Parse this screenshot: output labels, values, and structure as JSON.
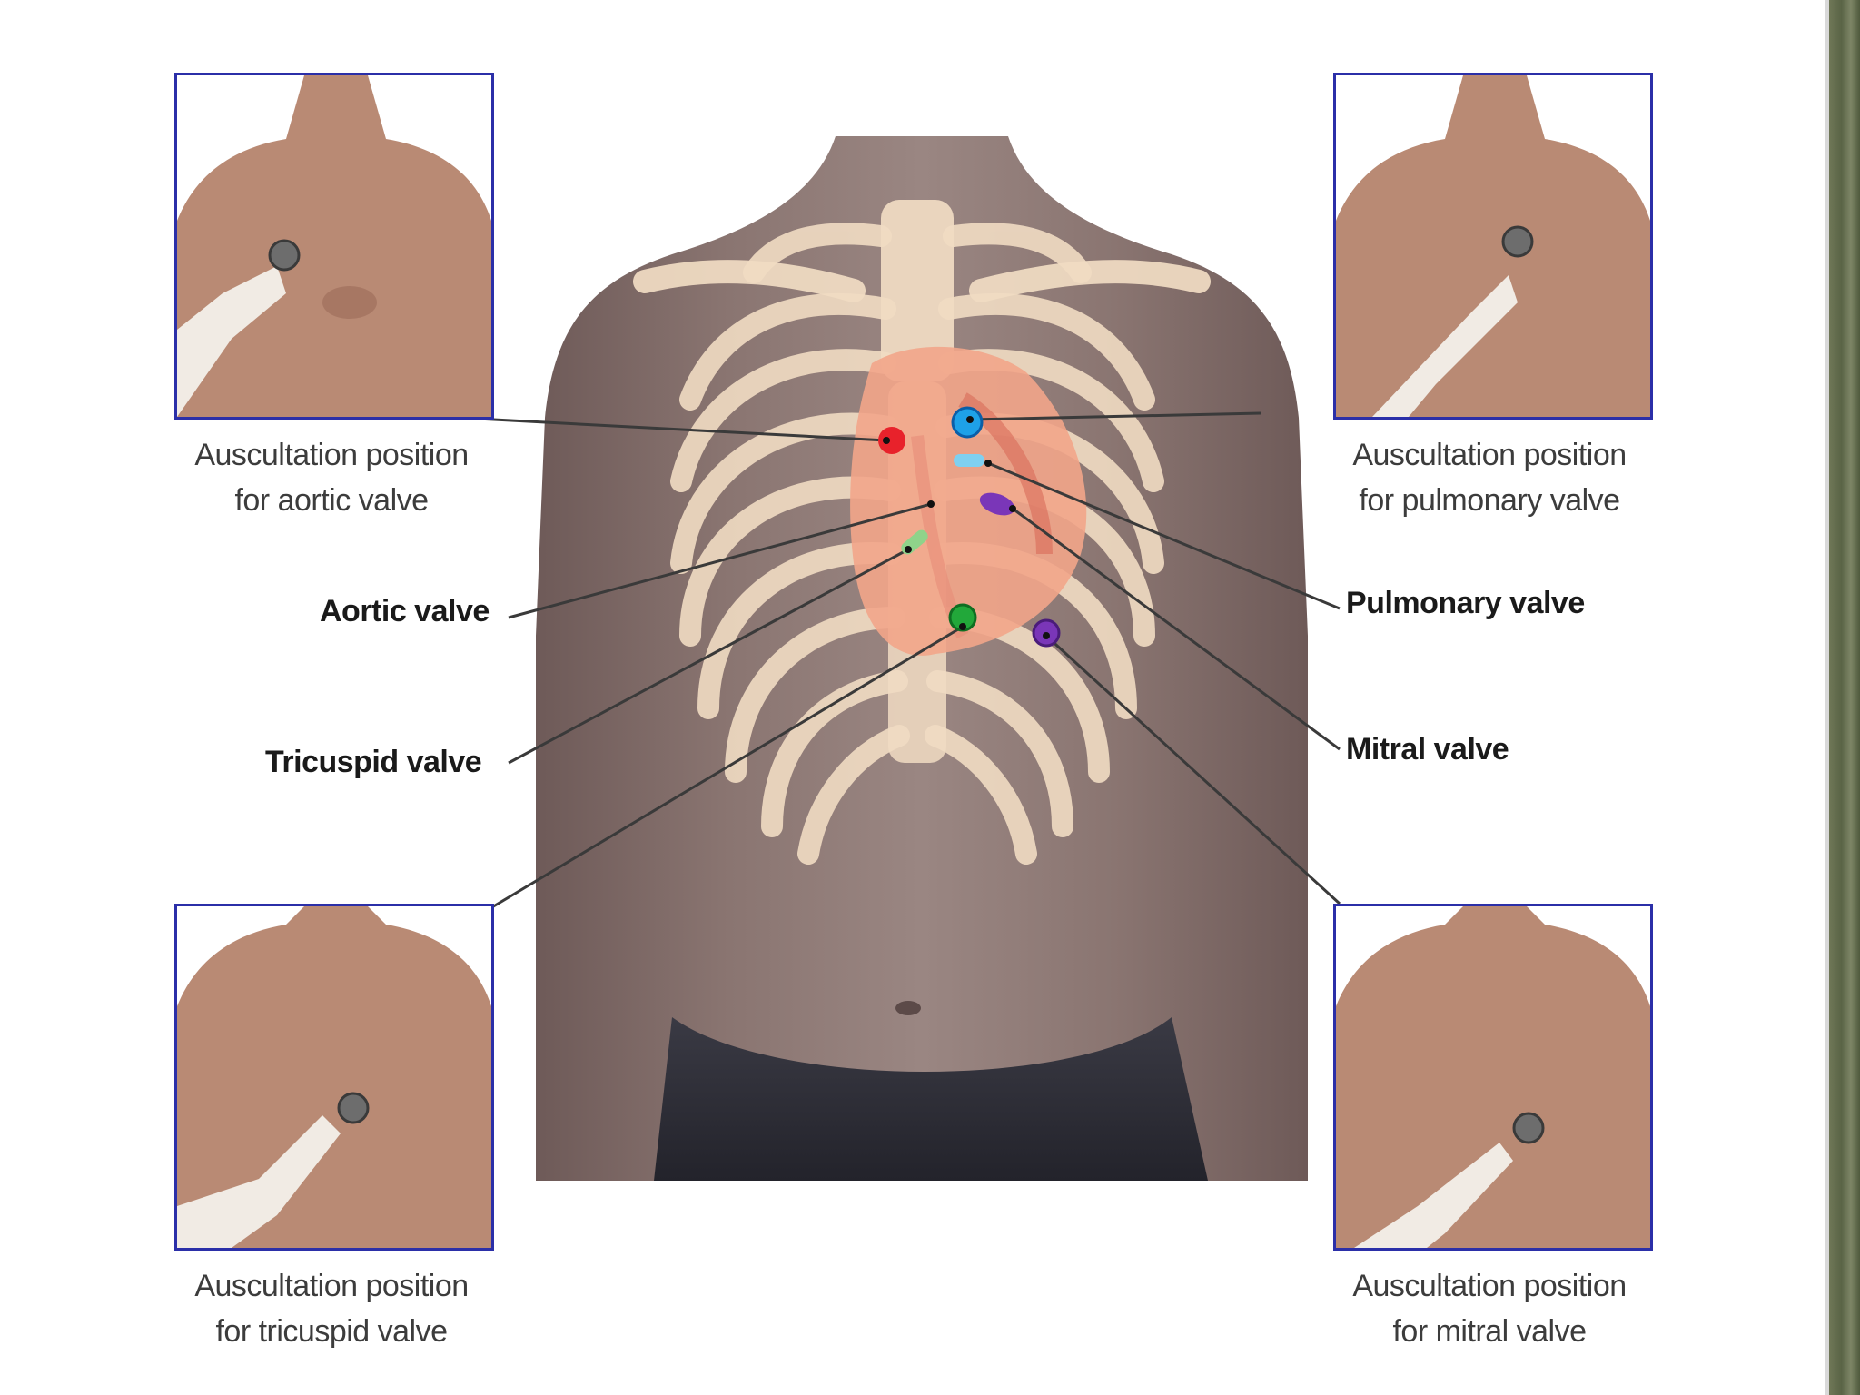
{
  "captions": {
    "aortic_position": [
      "Auscultation position",
      "for aortic valve"
    ],
    "pulmonary_position": [
      "Auscultation position",
      "for pulmonary valve"
    ],
    "tricuspid_position": [
      "Auscultation position",
      "for tricuspid valve"
    ],
    "mitral_position": [
      "Auscultation position",
      "for mitral valve"
    ]
  },
  "valve_labels": {
    "aortic": "Aortic valve",
    "tricuspid": "Tricuspid  valve",
    "pulmonary": "Pulmonary valve",
    "mitral": "Mitral valve"
  },
  "colors": {
    "photo_border": "#2b2fa8",
    "aortic_point": "#e8222b",
    "pulmonary_point": "#1ea1e8",
    "tricuspid_point": "#22a83a",
    "mitral_point": "#7a36b8",
    "heart": "#f2a58a",
    "bones": "#f1dcc3",
    "skin_main": "#8a7470"
  }
}
